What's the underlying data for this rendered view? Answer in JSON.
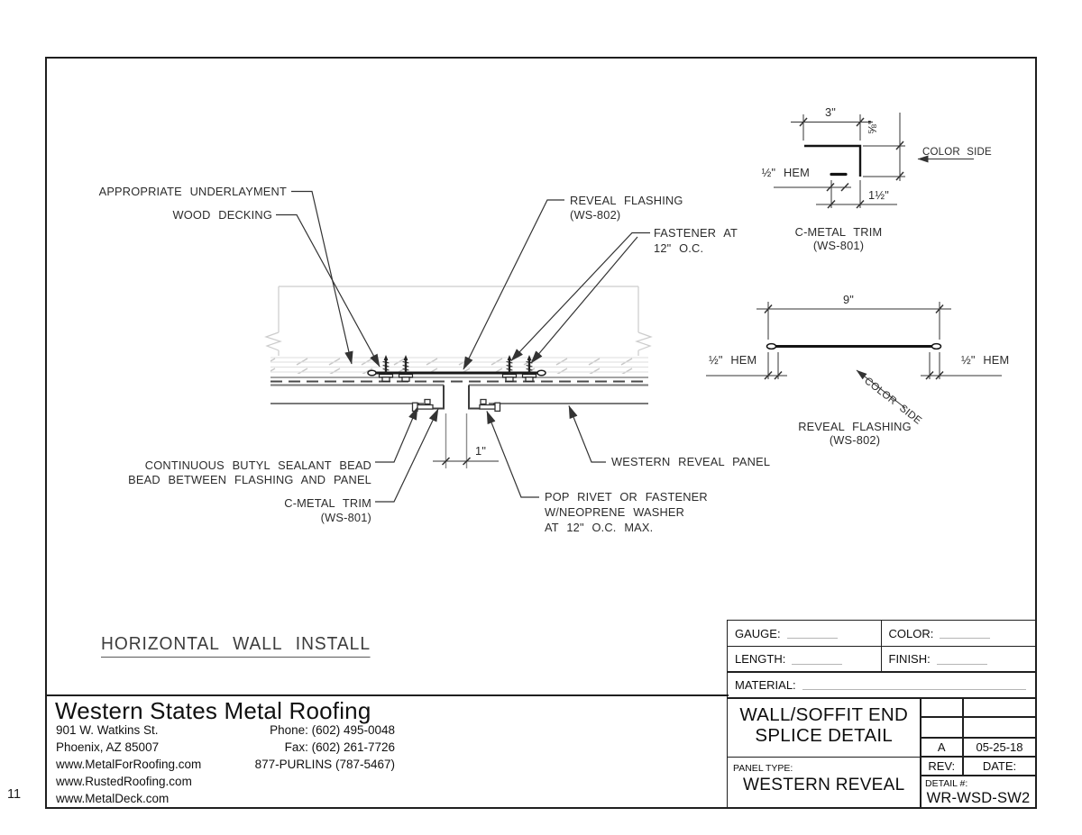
{
  "page_number": "11",
  "section_title": "HORIZONTAL WALL INSTALL",
  "main_detail": {
    "appropriate_underlayment": "APPROPRIATE UNDERLAYMENT",
    "wood_decking": "WOOD DECKING",
    "reveal_flashing_line1": "REVEAL FLASHING",
    "reveal_flashing_line2": "(WS-802)",
    "fastener_line1": "FASTENER AT",
    "fastener_line2": "12\" O.C.",
    "sealant_line1": "CONTINUOUS BUTYL SEALANT BEAD",
    "sealant_line2": "BEAD BETWEEN FLASHING AND PANEL",
    "c_metal_line1": "C-METAL TRIM",
    "c_metal_line2": "(WS-801)",
    "gap_dimension": "1\"",
    "western_reveal_panel": "WESTERN REVEAL PANEL",
    "pop_rivet_line1": "POP RIVET OR FASTENER",
    "pop_rivet_line2": "W/NEOPRENE WASHER",
    "pop_rivet_line3": "AT 12\" O.C. MAX."
  },
  "c_metal_detail": {
    "width_dim": "3\"",
    "top_dim": "⅝\"",
    "hem_label": "½\" HEM",
    "height_dim": "1½\"",
    "color_side": "COLOR SIDE",
    "title_line1": "C-METAL TRIM",
    "title_line2": "(WS-801)"
  },
  "flashing_detail": {
    "width_dim": "9\"",
    "hem_left": "½\" HEM",
    "hem_right": "½\" HEM",
    "color_side": "COLOR SIDE",
    "title_line1": "REVEAL FLASHING",
    "title_line2": "(WS-802)"
  },
  "company": {
    "name": "Western States Metal Roofing",
    "address_1": "901 W. Watkins St.",
    "address_2": "Phoenix, AZ 85007",
    "web_1": "www.MetalForRoofing.com",
    "web_2": "www.RustedRoofing.com",
    "web_3": "www.MetalDeck.com",
    "phone": "Phone: (602) 495-0048",
    "fax": "Fax: (602) 261-7726",
    "tollfree": "877-PURLINS (787-5467)"
  },
  "title_block": {
    "gauge_label": "GAUGE:",
    "color_label": "COLOR:",
    "length_label": "LENGTH:",
    "finish_label": "FINISH:",
    "material_label": "MATERIAL:",
    "title_line1": "WALL/SOFFIT END",
    "title_line2": "SPLICE DETAIL",
    "rev_value": "A",
    "date_value": "05-25-18",
    "rev_label": "REV:",
    "date_label": "DATE:",
    "panel_type_label": "PANEL TYPE:",
    "panel_type_value": "WESTERN REVEAL",
    "detail_no_label": "DETAIL #:",
    "detail_no_value": "WR-WSD-SW2"
  }
}
